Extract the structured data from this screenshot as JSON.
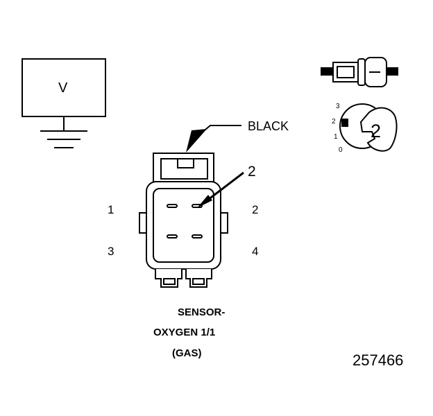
{
  "meter": {
    "label": "V"
  },
  "connector": {
    "color_label": "BLACK",
    "pointer_label": "2",
    "pins": [
      "1",
      "2",
      "3",
      "4"
    ]
  },
  "caption": {
    "line1": "SENSOR-",
    "line2": "OXYGEN 1/1",
    "line3": "(GAS)"
  },
  "inset": {
    "scale_labels": [
      "3",
      "2",
      "1",
      "0"
    ],
    "badge": "2"
  },
  "figure_id": "257466",
  "colors": {
    "line": "#000000",
    "background": "#ffffff",
    "component_fill": "#ffffff"
  }
}
